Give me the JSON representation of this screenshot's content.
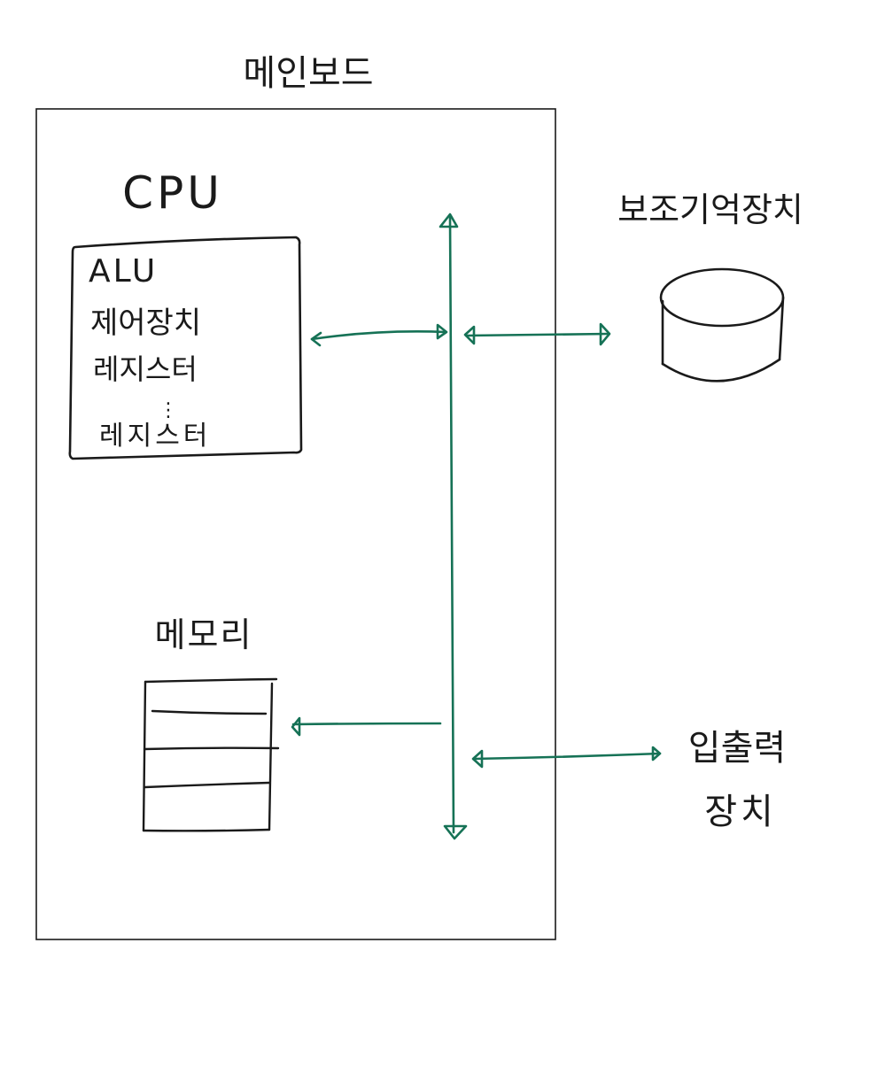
{
  "mainboard": {
    "title": "메인보드"
  },
  "cpu": {
    "title": "CPU",
    "items": [
      "ALU",
      "제어장치",
      "레지스터",
      "⋮",
      "레지스터"
    ]
  },
  "memory": {
    "title": "메모리"
  },
  "storage": {
    "title": "보조기억장치"
  },
  "io": {
    "title_line1": "입출력",
    "title_line2": "장치"
  },
  "colors": {
    "bus": "#167256",
    "ink": "#1a1a1a"
  }
}
